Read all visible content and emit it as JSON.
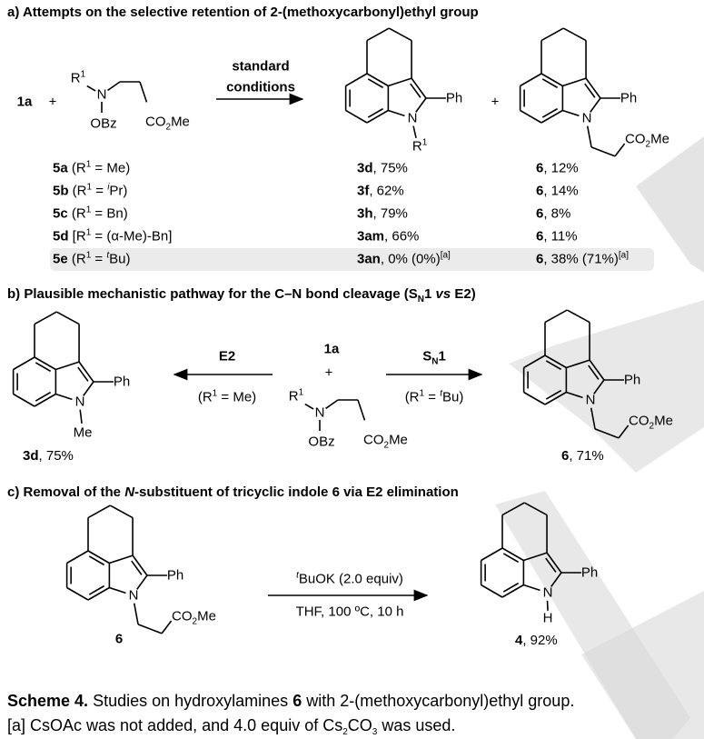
{
  "atoms": {
    "N": "N",
    "Ph": "Ph",
    "Me": "Me",
    "R": "R",
    "one": "1",
    "OBz": "OBz",
    "CO": "CO",
    "two": "2",
    "H": "H",
    "plus": "+"
  },
  "section_a": {
    "title": "a) Attempts on the selective retention of 2-(methoxycarbonyl)ethyl group",
    "reactant": "1a",
    "arrow_top": "standard",
    "arrow_bottom": "conditions",
    "rows": [
      {
        "id": "5a",
        "open": " (R",
        "sup": "1",
        "eq": " = ",
        "pre": "",
        "val": "Me)",
        "p1": "3d",
        "p1_text": ", 75%",
        "p1_note": "",
        "p2": "6",
        "p2_text": ", 12%",
        "p2_note": ""
      },
      {
        "id": "5b",
        "open": " (R",
        "sup": "1",
        "eq": " = ",
        "pre": "i",
        "val": "Pr)",
        "p1": "3f",
        "p1_text": ", 62%",
        "p1_note": "",
        "p2": "6",
        "p2_text": ", 14%",
        "p2_note": ""
      },
      {
        "id": "5c",
        "open": " (R",
        "sup": "1",
        "eq": " = ",
        "pre": "",
        "val": "Bn)",
        "p1": "3h",
        "p1_text": ", 79%",
        "p1_note": "",
        "p2": "6",
        "p2_text": ", 8%",
        "p2_note": ""
      },
      {
        "id": "5d",
        "open": " [R",
        "sup": "1",
        "eq": " = ",
        "pre": "",
        "val": "(α-Me)-Bn]",
        "p1": "3am",
        "p1_text": ", 66%",
        "p1_note": "",
        "p2": "6",
        "p2_text": ", 11%",
        "p2_note": ""
      },
      {
        "id": "5e",
        "open": " (R",
        "sup": "1",
        "eq": " = ",
        "pre": "t",
        "val": "Bu)",
        "p1": "3an",
        "p1_text": ", 0% (0%)",
        "p1_note": "[a]",
        "p2": "6",
        "p2_text": ", 38% (71%)",
        "p2_note": "[a]"
      }
    ]
  },
  "section_b": {
    "title_pre": "b) Plausible mechanistic pathway for the C–N bond cleavage (S",
    "title_sub": "N",
    "title_mid": "1 ",
    "title_vs": "vs",
    "title_post": " E2)",
    "reactant": "1a",
    "left_arrow_top": "E2",
    "left_cond_open": "(R",
    "left_cond_sup": "1",
    "left_cond_rest": " = Me)",
    "right_arrow_top_S": "S",
    "right_arrow_top_sub": "N",
    "right_arrow_top_1": "1",
    "right_cond_open": "(R",
    "right_cond_sup": "1",
    "right_cond_eq": " = ",
    "right_cond_pre": "t",
    "right_cond_rest": "Bu)",
    "left_product": "3d",
    "left_yield": ", 75%",
    "right_product": "6",
    "right_yield": ", 71%"
  },
  "section_c": {
    "title_pre": "c) Removal of the ",
    "title_N": "N",
    "title_post": "-substituent of tricyclic indole 6 via E2 elimination",
    "reagent_pre": "t",
    "reagent": "BuOK (2.0 equiv)",
    "conditions": "THF, 100 ºC, 10 h",
    "start": "6",
    "product": "4",
    "product_yield": ", 92%"
  },
  "caption": {
    "label": "Scheme 4.",
    "text1": " Studies on hydroxylamines ",
    "bold6": "6",
    "text2": " with 2-(methoxycarbonyl)ethyl group.",
    "note_pre": "[a] CsOAc was not added, and 4.0 equiv of Cs",
    "note_sub1": "2",
    "note_mid": "CO",
    "note_sub2": "3",
    "note_post": " was used."
  }
}
